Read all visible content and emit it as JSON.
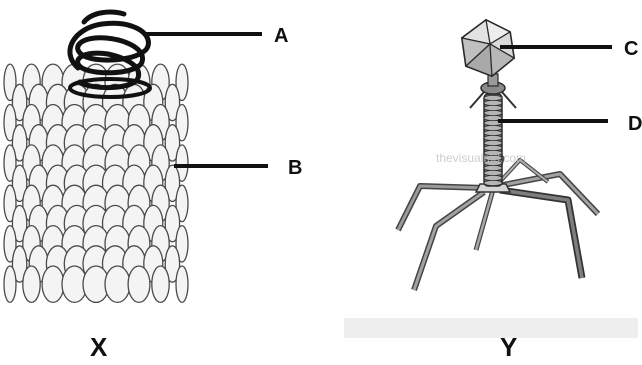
{
  "figures": [
    {
      "caption": "X",
      "labels": [
        {
          "text": "A"
        },
        {
          "text": "B"
        }
      ]
    },
    {
      "caption": "Y",
      "labels": [
        {
          "text": "C"
        },
        {
          "text": "D"
        }
      ],
      "watermark": "thevisualmd.com"
    }
  ],
  "colors": {
    "ink": "#111111",
    "virion_fill": "#f4f4f4",
    "virion_edge": "#4a4a4a",
    "head_fill": "#d8d8d8",
    "leg_fill": "#8f8f8f",
    "bench": "#eeeeee"
  }
}
